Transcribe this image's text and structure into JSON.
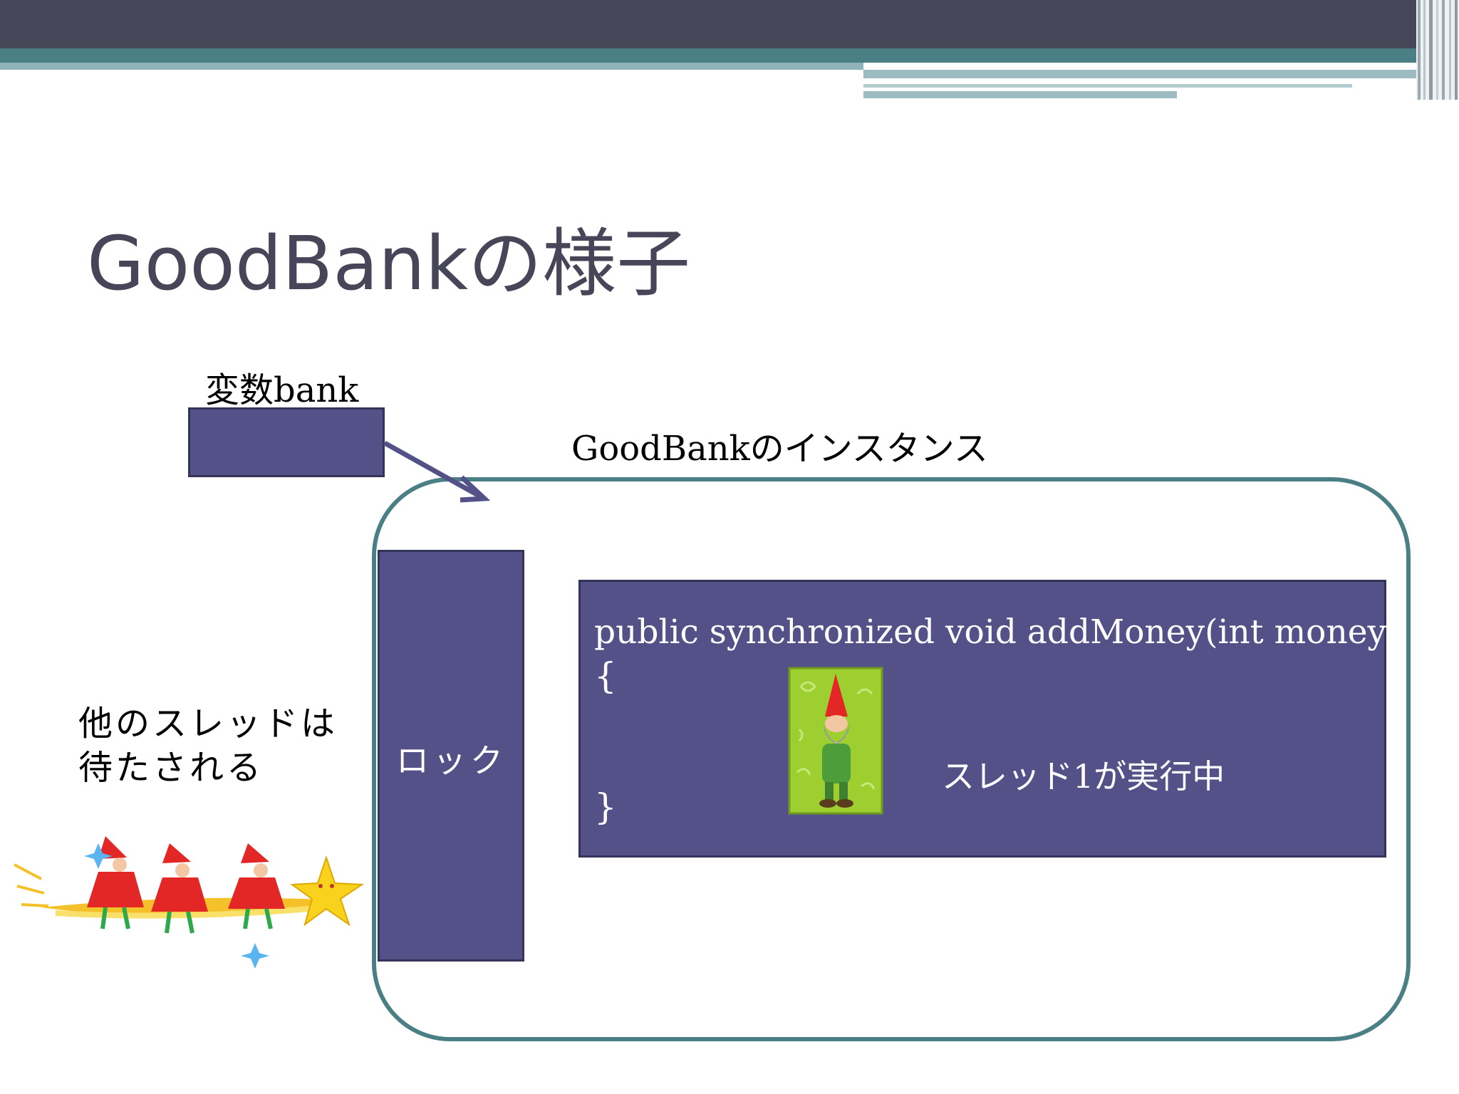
{
  "slide": {
    "title": "GoodBankの様子",
    "variable_label": "変数bank",
    "instance_label": "GoodBankのインスタンス",
    "lock_label": "ロック",
    "method_signature": "public synchronized void addMoney(int money)",
    "brace_open": "{",
    "brace_close": "}",
    "running_label": "スレッド1が実行中",
    "waiting_line1": "他のスレッドは",
    "waiting_line2": "待たされる"
  },
  "colors": {
    "box_fill": "#535187",
    "instance_border": "#4b7f86",
    "title_color": "#474659",
    "header_dark": "#474659",
    "header_teal": "#4b7f86"
  },
  "icons": {
    "arrow": "arrow-icon",
    "gnome": "gnome-clipart-icon",
    "elves": "elves-on-star-clipart-icon"
  }
}
